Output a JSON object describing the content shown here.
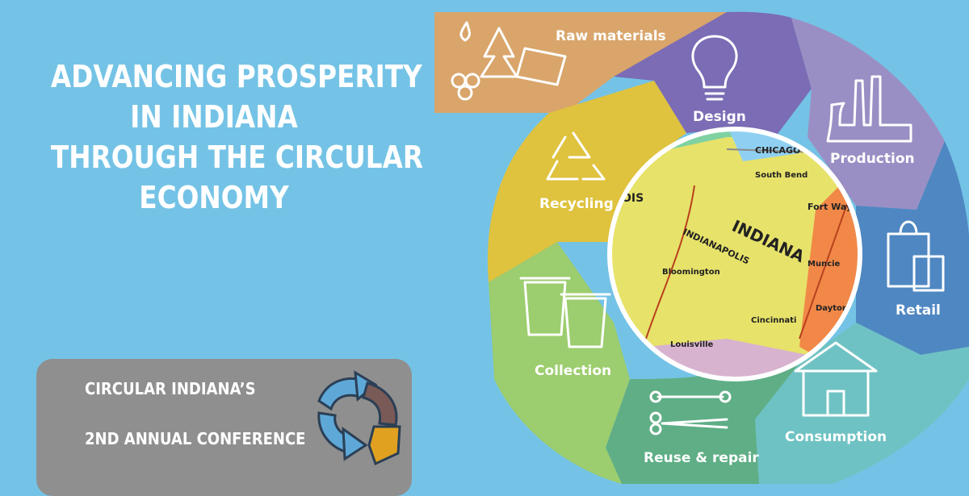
{
  "title": {
    "line1": "ADVANCING PROSPERITY",
    "line2": "IN INDIANA",
    "line3": "THROUGH THE CIRCULAR",
    "line4": "ECONOMY"
  },
  "conference": {
    "line1": "CIRCULAR INDIANA’S",
    "line2": "2ND ANNUAL CONFERENCE"
  },
  "wheel": {
    "segments": {
      "raw_materials": "Raw materials",
      "design": "Design",
      "production": "Production",
      "retail": "Retail",
      "consumption": "Consumption",
      "reuse_repair": "Reuse & repair",
      "collection": "Collection",
      "recycling": "Recycling"
    },
    "colors": {
      "raw_materials": "#d9a56a",
      "design": "#7b6cb5",
      "production": "#9a8fc4",
      "retail": "#4f87c2",
      "consumption": "#6fc2c3",
      "reuse_repair": "#5fae86",
      "collection": "#9ccd6e",
      "recycling": "#dfc23e"
    }
  },
  "map": {
    "state": "INDIANA",
    "cities": {
      "chicago": "CHICAGO",
      "indianapolis": "INDIANAPOLIS",
      "fort_wayne": "Fort Wayne",
      "south_bend": "South Bend",
      "bloomington": "Bloomington",
      "muncie": "Muncie",
      "cincinnati": "Cincinnati",
      "louisville": "Louisville",
      "dayton": "Dayton",
      "illinois_fragment": "OIS"
    }
  },
  "background_color": "#74c3e6"
}
